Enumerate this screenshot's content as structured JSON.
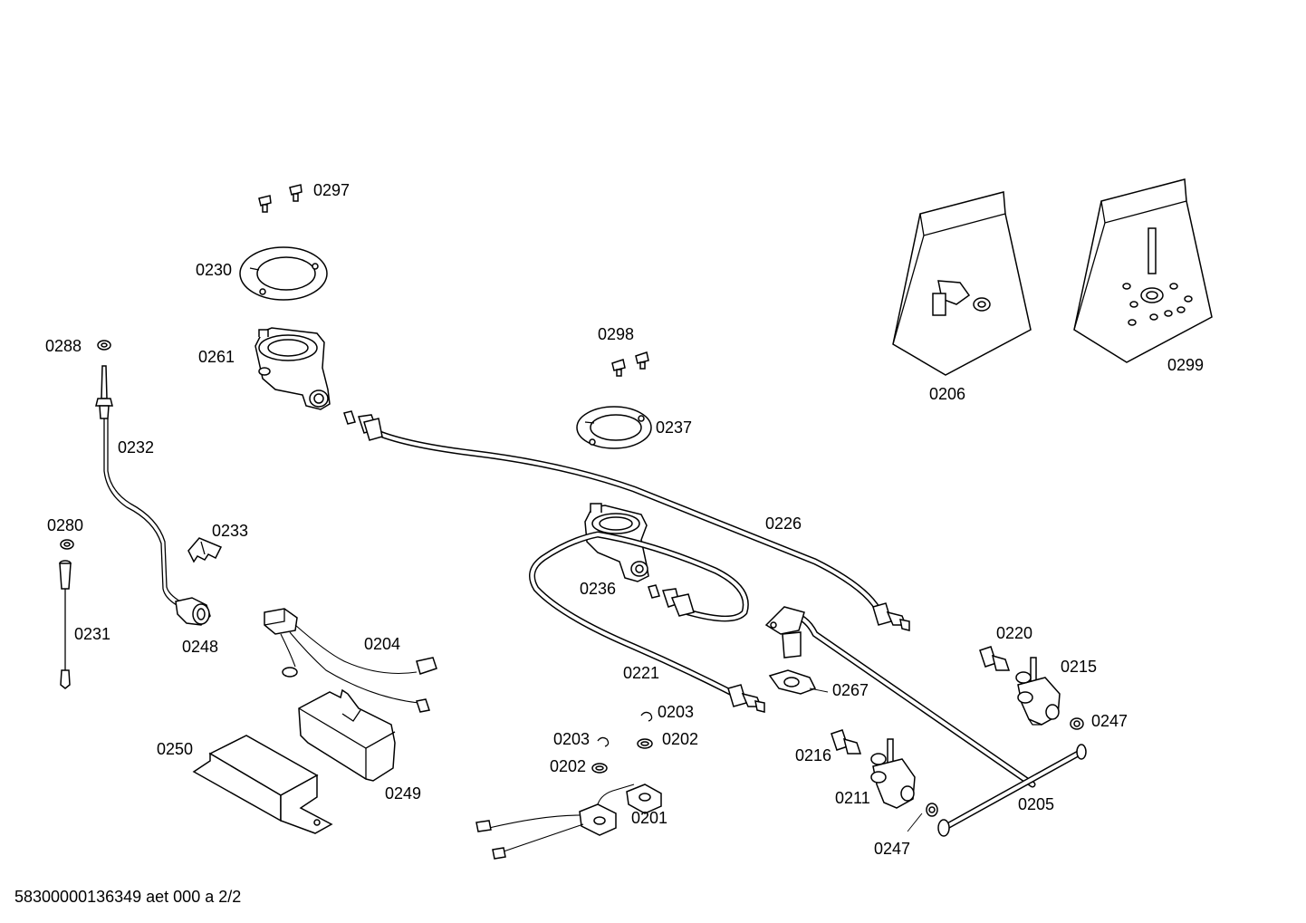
{
  "diagram": {
    "labels": {
      "p0297": "0297",
      "p0230": "0230",
      "p0288": "0288",
      "p0261": "0261",
      "p0232": "0232",
      "p0280": "0280",
      "p0233": "0233",
      "p0231": "0231",
      "p0248": "0248",
      "p0204": "0204",
      "p0250": "0250",
      "p0249": "0249",
      "p0298": "0298",
      "p0237": "0237",
      "p0226": "0226",
      "p0236": "0236",
      "p0221": "0221",
      "p0203a": "0203",
      "p0203b": "0203",
      "p0202a": "0202",
      "p0202b": "0202",
      "p0201": "0201",
      "p0267": "0267",
      "p0220": "0220",
      "p0215": "0215",
      "p0247a": "0247",
      "p0247b": "0247",
      "p0216": "0216",
      "p0211": "0211",
      "p0205": "0205",
      "p0206": "0206",
      "p0299": "0299"
    }
  },
  "footer": {
    "reference": "58300000136349 aet 000 a 2/2"
  }
}
